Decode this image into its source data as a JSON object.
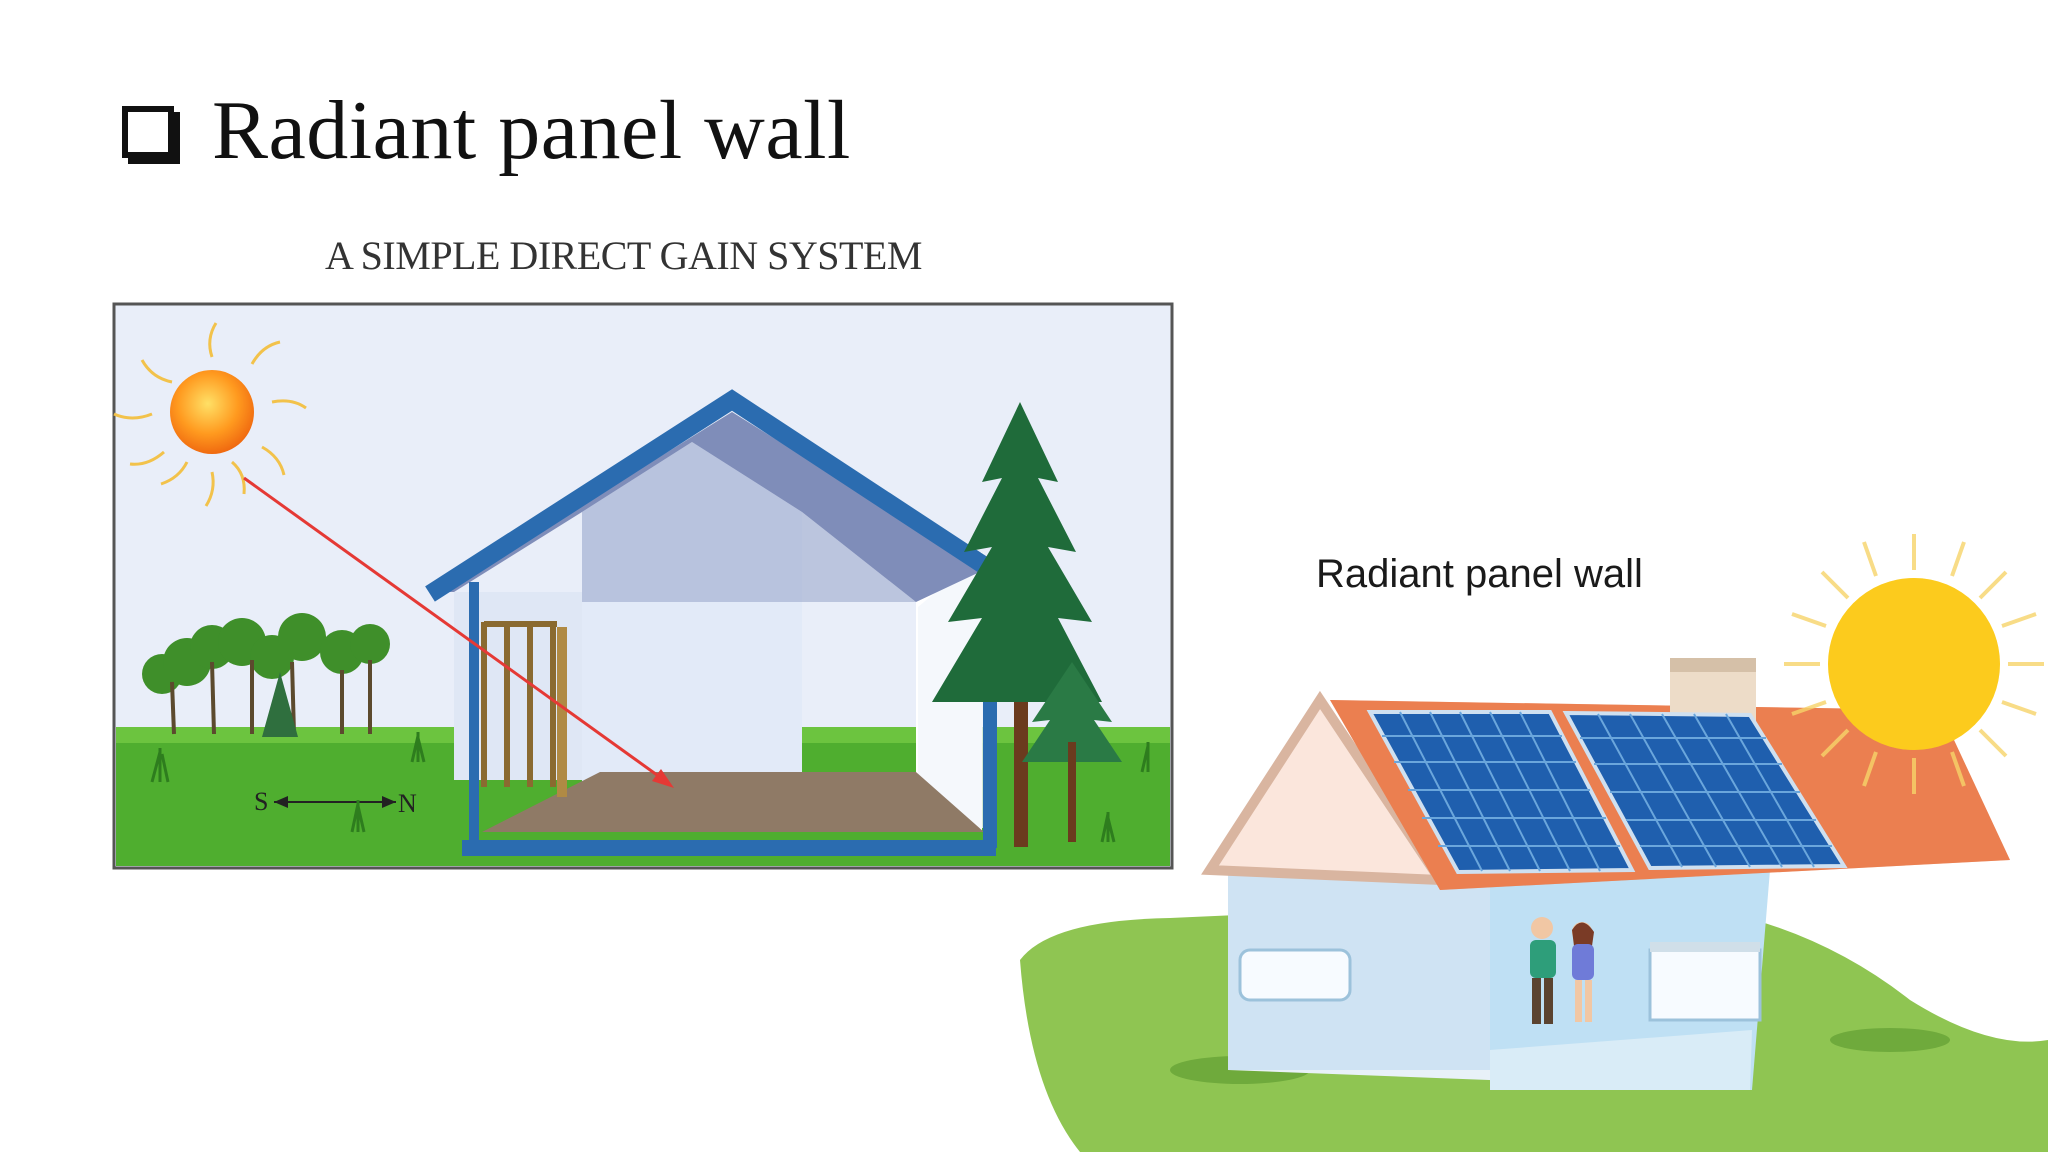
{
  "slide": {
    "title": "Radiant panel wall",
    "bullet_icon": "checkbox-square-icon"
  },
  "direct_gain_diagram": {
    "caption": "A SIMPLE DIRECT GAIN SYSTEM",
    "compass_south": "S",
    "compass_north": "N",
    "icons": [
      "sun-icon",
      "house-cross-section",
      "tree-icon",
      "sun-ray-arrow"
    ]
  },
  "solar_house_illustration": {
    "label": "Radiant panel wall",
    "icons": [
      "sun-icon",
      "solar-panel-icon",
      "house-icon",
      "people-icon"
    ]
  },
  "colors": {
    "house_frame_blue": "#2b6cb0",
    "sky": "#e8eef8",
    "grass": "#4caf2e",
    "sun_orange": "#ff8c1a",
    "ray_red": "#e53935",
    "solar_panel_blue": "#1f5fae",
    "roof_orange": "#e8774a"
  }
}
